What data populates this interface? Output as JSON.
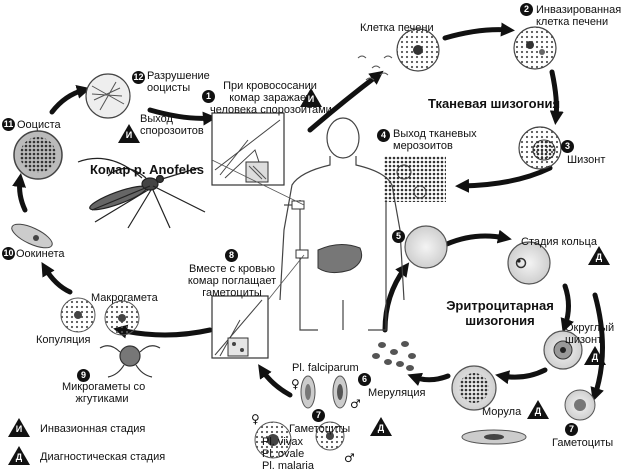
{
  "title_mosquito": "Комар р. Anofeles",
  "title_tissue": "Тканевая шизогония",
  "title_erythro_1": "Эритроцитарная",
  "title_erythro_2": "шизогония",
  "markers": {
    "invasive": "И",
    "diagnostic": "Д"
  },
  "steps": {
    "s1": {
      "num": "1",
      "lines": [
        "При кровососании",
        "комар заражает",
        "человека спорозоитами"
      ]
    },
    "s2": {
      "num": "2",
      "lines": [
        "Инвазированная",
        "клетка печени"
      ]
    },
    "s3": {
      "num": "3",
      "lines": [
        "Шизонт"
      ]
    },
    "s4": {
      "num": "4",
      "lines": [
        "Выход тканевых",
        "мерозоитов"
      ]
    },
    "s5": {
      "num": "5"
    },
    "s6": {
      "num": "6",
      "lines": [
        "Меруляция"
      ]
    },
    "s7a": {
      "num": "7",
      "lines": [
        "Гаметоциты"
      ]
    },
    "s7b": {
      "num": "7",
      "lines": [
        "Гаметоциты"
      ]
    },
    "s8": {
      "num": "8",
      "lines": [
        "Вместе с кровью",
        "комар поглащает",
        "гаметоциты"
      ]
    },
    "s9": {
      "num": "9",
      "lines": [
        "Микрогаметы со",
        "жгутиками"
      ]
    },
    "s10": {
      "num": "10",
      "lines": [
        "Оокинета"
      ]
    },
    "s11": {
      "num": "11",
      "lines": [
        "Ооциста"
      ]
    },
    "s12": {
      "num": "12",
      "lines": [
        "Разрушение",
        "ооцисты"
      ]
    }
  },
  "labels": {
    "liver_cell": "Клетка печени",
    "sporozoite_exit": [
      "Выход",
      "спорозоитов"
    ],
    "ring_stage": "Стадия кольца",
    "round_schizont": [
      "Округлый",
      "шизонт"
    ],
    "morula": "Морула",
    "macrogamete": "Макрогамета",
    "copulation": "Копуляция",
    "pl_falciparum": "Pl. falciparum",
    "pl_species": [
      "Pl. vivax",
      "Pl. ovale",
      "Pl. malaria"
    ]
  },
  "legend": [
    {
      "marker": "И",
      "text": "Инвазионная стадия"
    },
    {
      "marker": "Д",
      "text": "Диагностическая стадия"
    }
  ],
  "symbols": {
    "female": "♀",
    "male": "♂"
  }
}
